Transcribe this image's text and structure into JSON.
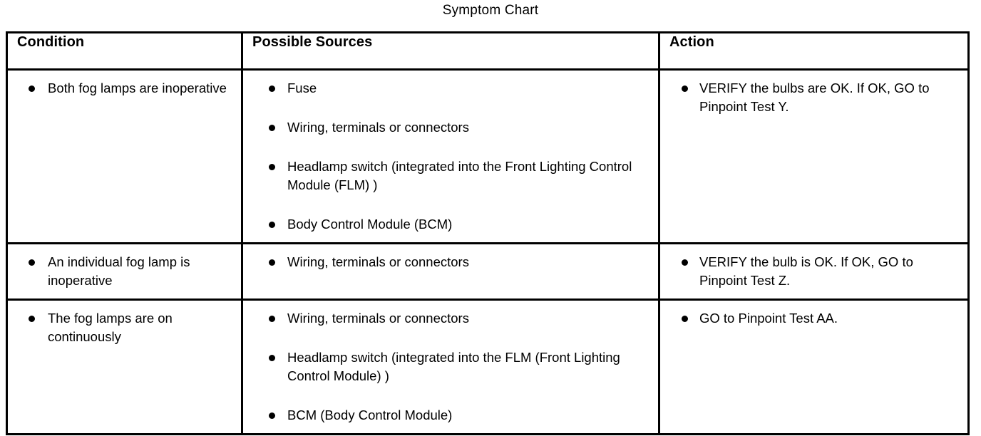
{
  "title": "Symptom Chart",
  "table": {
    "columns": [
      {
        "key": "condition",
        "label": "Condition"
      },
      {
        "key": "sources",
        "label": "Possible Sources"
      },
      {
        "key": "action",
        "label": "Action"
      }
    ],
    "rows": [
      {
        "condition": [
          "Both fog lamps are inoperative"
        ],
        "sources": [
          "Fuse",
          "Wiring, terminals or connectors",
          "Headlamp switch (integrated into the Front Lighting Control Module (FLM) )",
          "Body Control Module (BCM)"
        ],
        "action": [
          "VERIFY the bulbs are OK. If OK, GO to Pinpoint Test Y."
        ]
      },
      {
        "condition": [
          "An individual fog lamp is inoperative"
        ],
        "sources": [
          "Wiring, terminals or connectors"
        ],
        "action": [
          "VERIFY the bulb is OK. If OK, GO to Pinpoint Test Z."
        ]
      },
      {
        "condition": [
          "The fog lamps are on continuously"
        ],
        "sources": [
          "Wiring, terminals or connectors",
          "Headlamp switch (integrated into the FLM (Front Lighting Control Module) )",
          "BCM (Body Control Module)"
        ],
        "action": [
          "GO to Pinpoint Test AA."
        ]
      }
    ]
  },
  "colors": {
    "background": "#ffffff",
    "text": "#000000",
    "border": "#000000"
  }
}
